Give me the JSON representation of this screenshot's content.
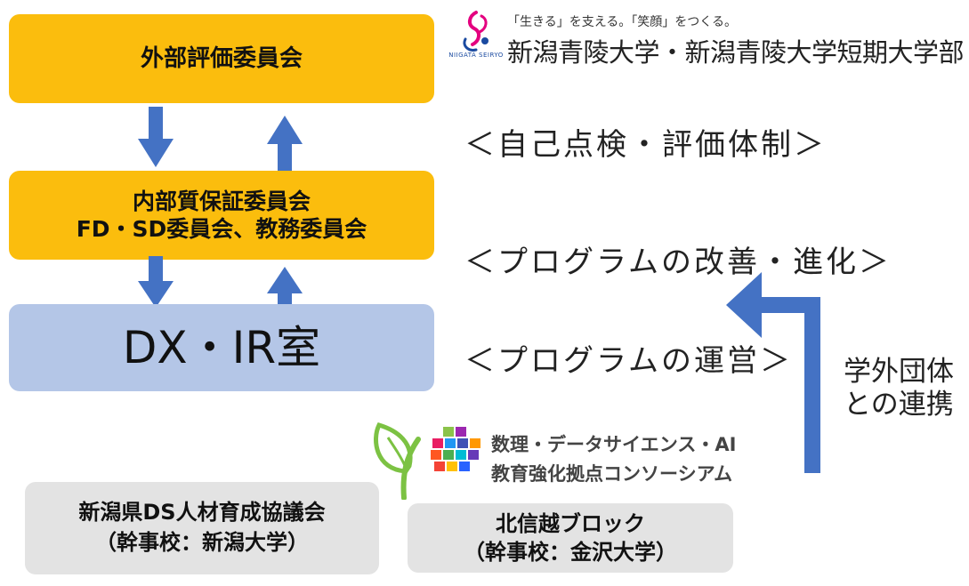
{
  "header": {
    "tagline": "「生きる」を支える。「笑顔」をつくる。",
    "university": "新潟青陵大学・新潟青陵大学短期大学部",
    "logo_sub": "NIIGATA SEIRYO"
  },
  "boxes": {
    "external": "外部評価委員会",
    "internal_line1": "内部質保証委員会",
    "internal_line2": "FD・SD委員会、教務委員会",
    "dx": "DX・IR室",
    "niigata_line1": "新潟県DS人材育成協議会",
    "niigata_line2": "（幹事校：新潟大学）",
    "hokushinetsu_line1": "北信越ブロック",
    "hokushinetsu_line2": "（幹事校：金沢大学）"
  },
  "labels": {
    "self_check": "＜自己点検・評価体制＞",
    "program_improve": "＜プログラムの改善・進化＞",
    "program_operate": "＜プログラムの運営＞",
    "collab_line1": "学外団体",
    "collab_line2": "との連携"
  },
  "consortium": {
    "line1": "数理・データサイエンス・AI",
    "line2": "教育強化拠点コンソーシアム"
  },
  "colors": {
    "yellow": "#fbbd0d",
    "light_blue": "#b4c6e7",
    "arrow_blue": "#4472c4",
    "gray": "#e3e3e3"
  }
}
